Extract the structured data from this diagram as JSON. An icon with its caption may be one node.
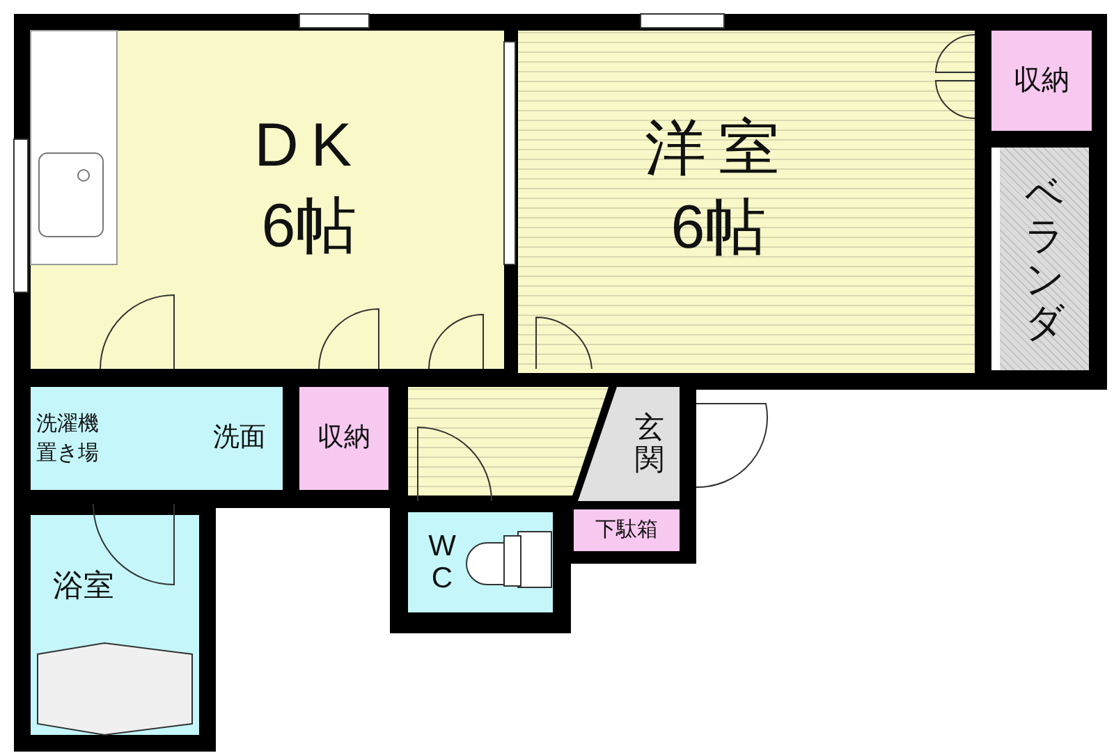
{
  "diagram": {
    "nodes": [
      {
        "text": [
          "DK",
          "6帖"
        ]
      },
      {
        "text": [
          "洋室",
          "6帖"
        ]
      },
      {
        "text": [
          "収納"
        ]
      },
      {
        "text": [
          "ベランダ"
        ]
      },
      {
        "text": [
          "洗濯機置き場",
          "洗面"
        ]
      },
      {
        "text": [
          "収納"
        ]
      },
      {
        "text": [],
        "shape": "box"
      },
      {
        "text": [
          "玄関"
        ]
      },
      {
        "text": [
          "下駄箱"
        ]
      },
      {
        "text": [
          "WC"
        ]
      },
      {
        "text": [
          "浴室"
        ]
      }
    ]
  }
}
